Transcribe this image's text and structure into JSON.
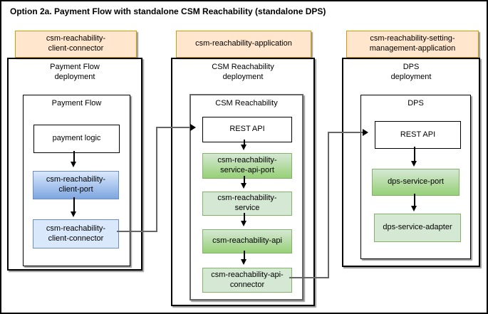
{
  "title": "Option 2a. Payment Flow with standalone CSM Reachability (standalone DPS)",
  "columns": [
    {
      "header": "csm-reachability-\nclient-connector",
      "deployment": "Payment Flow\ndeployment",
      "container": "Payment Flow",
      "nodes": {
        "payment_logic": "payment logic",
        "client_port": "csm-reachability-\nclient-port",
        "client_connector": "csm-reachability-\nclient-connector"
      }
    },
    {
      "header": "csm-reachability-application",
      "deployment": "CSM Reachability\ndeployment",
      "container": "CSM Reachability",
      "nodes": {
        "rest_api": "REST API",
        "service_api_port": "csm-reachability-\nservice-api-port",
        "service": "csm-reachability-\nservice",
        "api": "csm-reachability-api",
        "api_connector": "csm-reachability-api-\nconnector"
      }
    },
    {
      "header": "csm-reachability-setting-\nmanagement-application",
      "deployment": "DPS\ndeployment",
      "container": "DPS",
      "nodes": {
        "rest_api": "REST API",
        "dps_service_port": "dps-service-port",
        "dps_service_adapter": "dps-service-adapter"
      }
    }
  ],
  "edges": [
    {
      "from": "payment logic",
      "to": "csm-reachability-client-port"
    },
    {
      "from": "csm-reachability-client-port",
      "to": "csm-reachability-client-connector"
    },
    {
      "from": "csm-reachability-client-connector",
      "to": "REST API (CSM Reachability)"
    },
    {
      "from": "REST API (CSM Reachability)",
      "to": "csm-reachability-service-api-port"
    },
    {
      "from": "csm-reachability-service-api-port",
      "to": "csm-reachability-service"
    },
    {
      "from": "csm-reachability-service",
      "to": "csm-reachability-api"
    },
    {
      "from": "csm-reachability-api",
      "to": "csm-reachability-api-connector"
    },
    {
      "from": "csm-reachability-api-connector",
      "to": "REST API (DPS)"
    },
    {
      "from": "REST API (DPS)",
      "to": "dps-service-port"
    },
    {
      "from": "dps-service-port",
      "to": "dps-service-adapter"
    }
  ],
  "colors": {
    "header_fill": "#ffe6cc",
    "header_border": "#d79b00",
    "blue_fill": "#dae8fc",
    "blue_gradient_to": "#7ea6e0",
    "blue_border": "#6c8ebf",
    "green_fill": "#d5e8d4",
    "green_gradient_to": "#97d077",
    "green_border": "#82b366",
    "connector_line": "#666666",
    "arrow": "#000000"
  }
}
